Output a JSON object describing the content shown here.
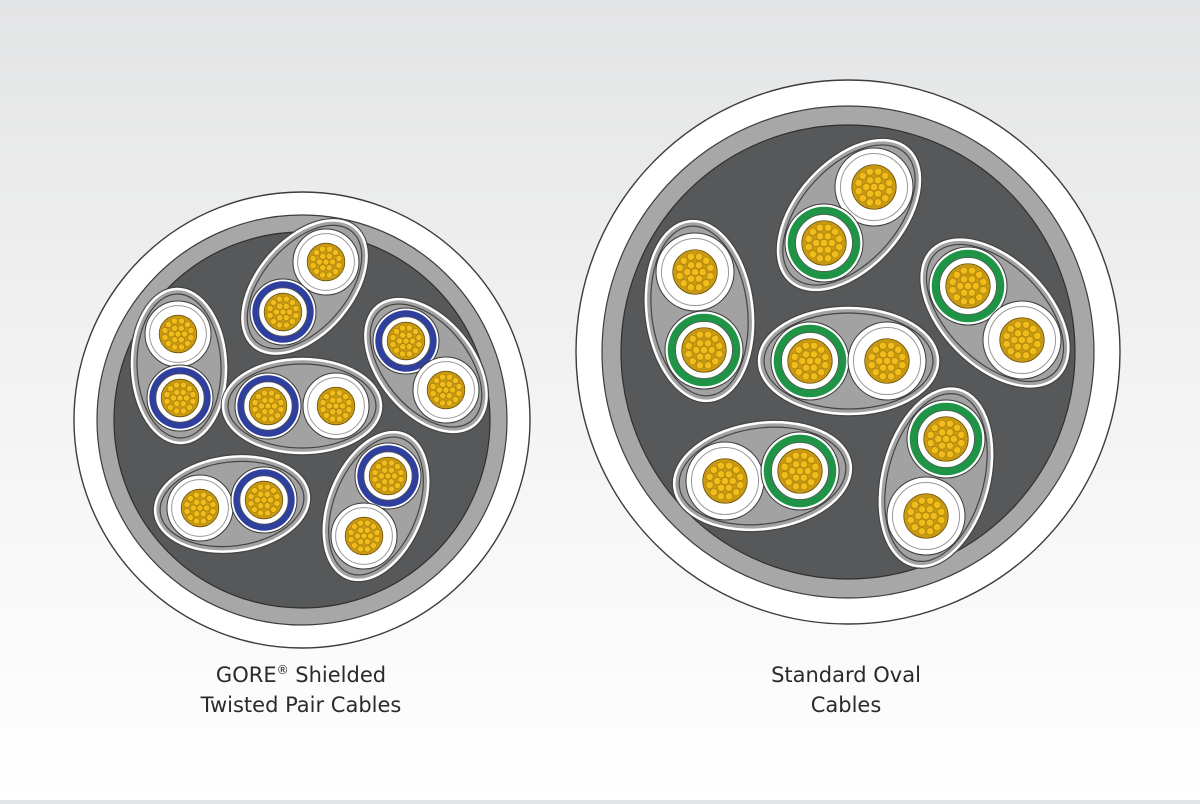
{
  "colors": {
    "outer_jacket": "#ffffff",
    "shield_ring": "#a7a7a7",
    "core_fill": "#56585a",
    "pair_jacket": "#a2a2a2",
    "wire_white": "#ffffff",
    "gore_color_wire": "#2e3f9e",
    "standard_color_wire": "#1f9446",
    "conductor": "#f0bd1a",
    "outline": "#3a3a3a"
  },
  "left_cable": {
    "caption_brand": "GORE",
    "caption_reg": "®",
    "caption_rest": " Shielded",
    "caption_line2": "Twisted Pair Cables",
    "color_wire": "blue"
  },
  "right_cable": {
    "caption_line1": "Standard Oval",
    "caption_line2": "Cables",
    "color_wire": "green"
  }
}
